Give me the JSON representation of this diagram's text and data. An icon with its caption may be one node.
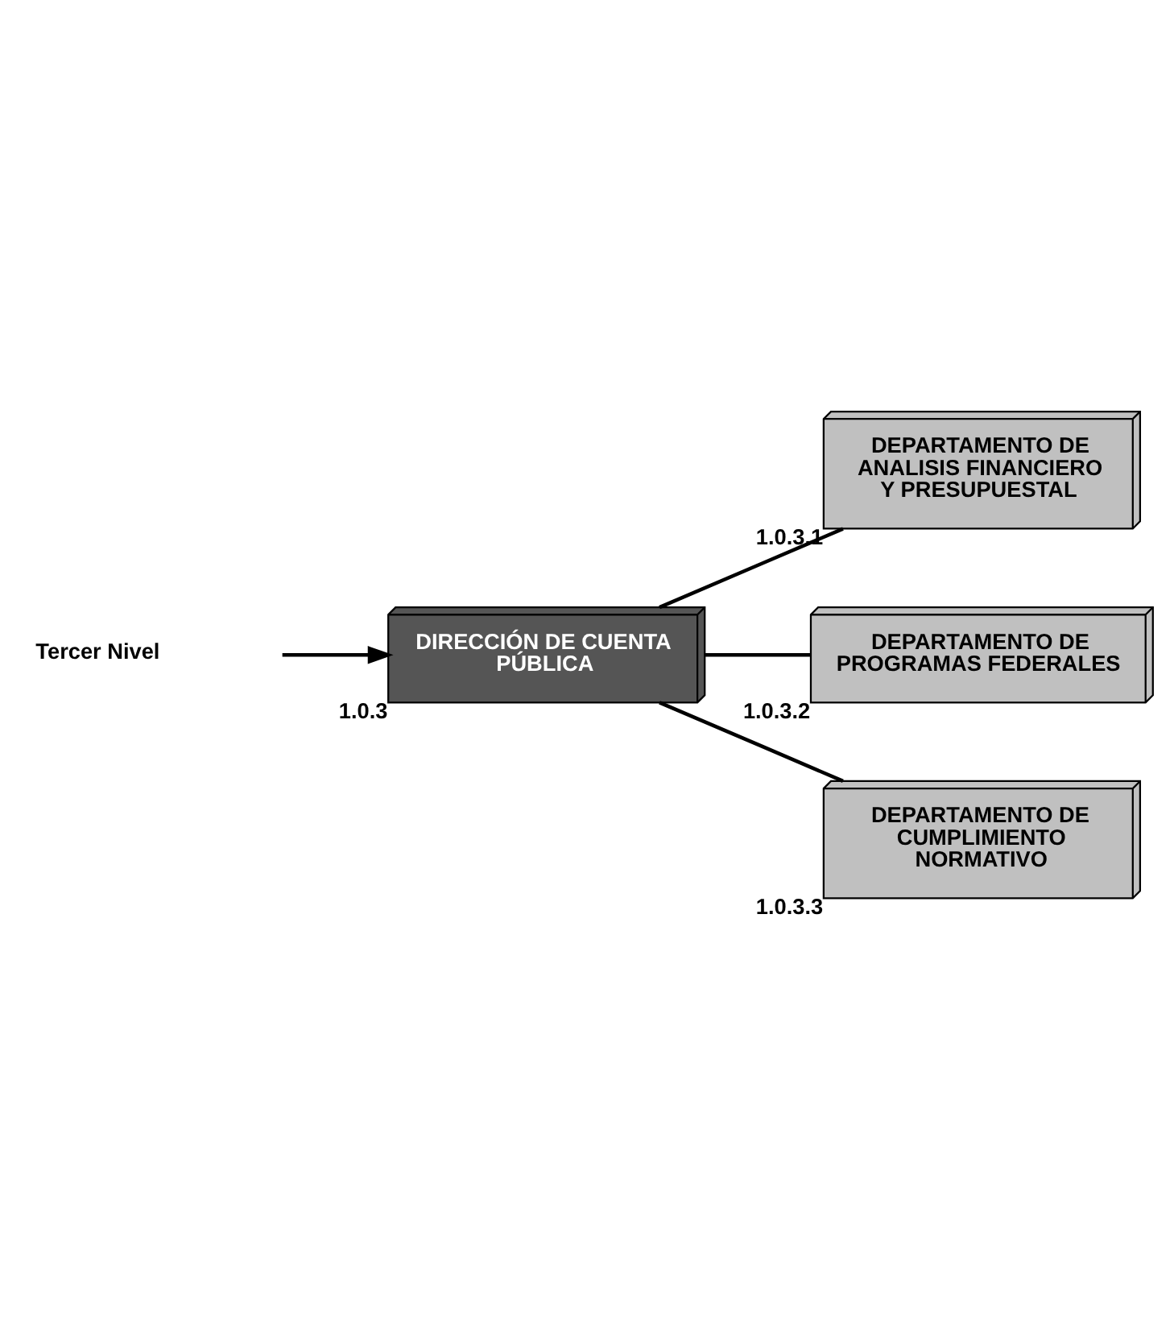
{
  "diagram": {
    "nodes": [
      {
        "text": [
          "DIRECCIÓN DE CUENTA PÚBLICA"
        ],
        "beside": [
          "1.0.3"
        ]
      },
      {
        "text": [
          "DEPARTAMENTO DE ANALISIS FINANCIERO Y PRESUPUESTAL"
        ],
        "beside": [
          "1.0.3.1"
        ]
      },
      {
        "text": [
          "DEPARTAMENTO DE PROGRAMAS FEDERALES"
        ],
        "beside": [
          "1.0.3.2"
        ]
      },
      {
        "text": [
          "DEPARTAMENTO DE CUMPLIMIENTO NORMATIVO"
        ],
        "beside": [
          "1.0.3.3"
        ]
      }
    ],
    "edges": [
      {
        "from": null,
        "to": 0,
        "arrow": "to"
      },
      {
        "from": 0,
        "to": 1,
        "arrow": "none"
      },
      {
        "from": 0,
        "to": 2,
        "arrow": "none"
      },
      {
        "from": 0,
        "to": 3,
        "arrow": "none"
      }
    ],
    "labels": [
      "Tercer Nivel"
    ]
  }
}
